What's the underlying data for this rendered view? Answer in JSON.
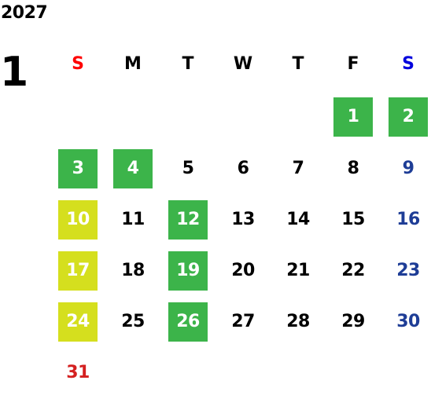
{
  "calendar": {
    "year": "2027",
    "month": "1",
    "weekdays": [
      {
        "label": "S",
        "color": "#ff0000"
      },
      {
        "label": "M",
        "color": "#000000"
      },
      {
        "label": "T",
        "color": "#000000"
      },
      {
        "label": "W",
        "color": "#000000"
      },
      {
        "label": "T",
        "color": "#000000"
      },
      {
        "label": "F",
        "color": "#000000"
      },
      {
        "label": "S",
        "color": "#0000dd"
      }
    ],
    "colors": {
      "sunday_text": "#d42020",
      "saturday_text": "#1e3d96",
      "weekday_text": "#000000",
      "highlight_green": "#3cb44a",
      "highlight_yellow": "#d5df1e"
    },
    "weeks": [
      [
        {
          "day": "",
          "style": "none"
        },
        {
          "day": "",
          "style": "none"
        },
        {
          "day": "",
          "style": "none"
        },
        {
          "day": "",
          "style": "none"
        },
        {
          "day": "",
          "style": "none"
        },
        {
          "day": "1",
          "style": "green"
        },
        {
          "day": "2",
          "style": "green"
        }
      ],
      [
        {
          "day": "3",
          "style": "green"
        },
        {
          "day": "4",
          "style": "green"
        },
        {
          "day": "5",
          "style": "none"
        },
        {
          "day": "6",
          "style": "none"
        },
        {
          "day": "7",
          "style": "none"
        },
        {
          "day": "8",
          "style": "none"
        },
        {
          "day": "9",
          "style": "none"
        }
      ],
      [
        {
          "day": "10",
          "style": "yellow"
        },
        {
          "day": "11",
          "style": "none"
        },
        {
          "day": "12",
          "style": "green"
        },
        {
          "day": "13",
          "style": "none"
        },
        {
          "day": "14",
          "style": "none"
        },
        {
          "day": "15",
          "style": "none"
        },
        {
          "day": "16",
          "style": "none"
        }
      ],
      [
        {
          "day": "17",
          "style": "yellow"
        },
        {
          "day": "18",
          "style": "none"
        },
        {
          "day": "19",
          "style": "green"
        },
        {
          "day": "20",
          "style": "none"
        },
        {
          "day": "21",
          "style": "none"
        },
        {
          "day": "22",
          "style": "none"
        },
        {
          "day": "23",
          "style": "none"
        }
      ],
      [
        {
          "day": "24",
          "style": "yellow"
        },
        {
          "day": "25",
          "style": "none"
        },
        {
          "day": "26",
          "style": "green"
        },
        {
          "day": "27",
          "style": "none"
        },
        {
          "day": "28",
          "style": "none"
        },
        {
          "day": "29",
          "style": "none"
        },
        {
          "day": "30",
          "style": "none"
        }
      ],
      [
        {
          "day": "31",
          "style": "none"
        },
        {
          "day": "",
          "style": "none"
        },
        {
          "day": "",
          "style": "none"
        },
        {
          "day": "",
          "style": "none"
        },
        {
          "day": "",
          "style": "none"
        },
        {
          "day": "",
          "style": "none"
        },
        {
          "day": "",
          "style": "none"
        }
      ]
    ]
  }
}
